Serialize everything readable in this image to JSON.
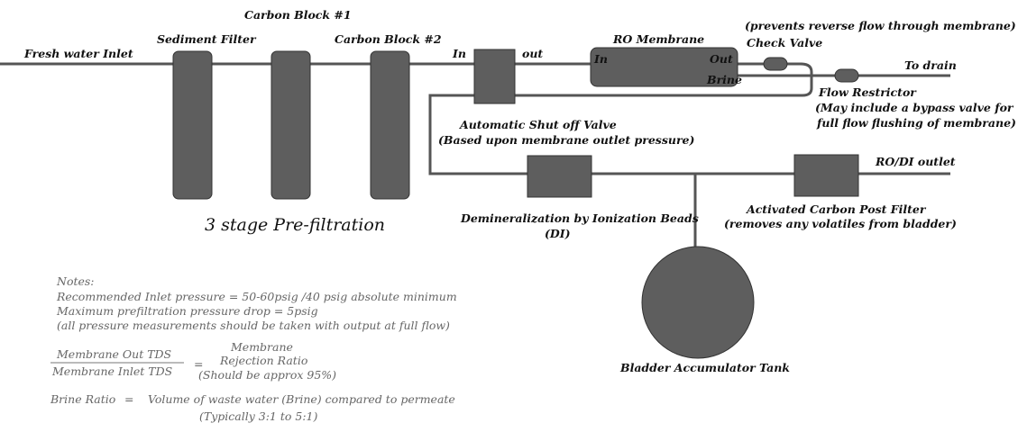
{
  "labels": {
    "fresh_water_inlet": "Fresh water Inlet",
    "sediment_filter": "Sediment Filter",
    "carbon_block_1": "Carbon Block #1",
    "carbon_block_2": "Carbon Block #2",
    "prefiltration": "3 stage Pre-filtration",
    "valve_in": "In",
    "valve_out": "out",
    "shutoff_title": "Automatic Shut off Valve",
    "shutoff_sub": "(Based upon membrane outlet pressure)",
    "ro_membrane": "RO Membrane",
    "membrane_in": "In",
    "membrane_out": "Out",
    "membrane_brine": "Brine",
    "check_valve_note": "(prevents reverse flow through membrane)",
    "check_valve": "Check Valve",
    "to_drain": "To drain",
    "flow_restrictor": "Flow Restrictor",
    "flow_restrictor_note_1": "(May include a bypass valve for",
    "flow_restrictor_note_2": "full flow flushing of membrane)",
    "ro_di_outlet": "RO/DI  outlet",
    "post_filter_title": "Activated Carbon Post Filter",
    "post_filter_sub": "(removes any volatiles from bladder)",
    "di_title": "Demineralization by Ionization Beads",
    "di_sub": "(DI)",
    "bladder_tank": "Bladder  Accumulator Tank"
  },
  "notes": {
    "heading": "Notes:",
    "line1": "Recommended Inlet pressure = 50-60psig /40 psig absolute minimum",
    "line2": "Maximum prefiltration pressure drop = 5psig",
    "line3": "(all pressure measurements should be taken with output at full flow)",
    "fraction_numerator": "Membrane Out TDS",
    "fraction_denominator": "Membrane Inlet TDS",
    "equals": "=",
    "rejection_1": "Membrane",
    "rejection_2": "Rejection Ratio",
    "rejection_3": "(Should be approx 95%)",
    "brine_ratio_label": "Brine Ratio",
    "brine_equals": "=",
    "brine_ratio_text": "Volume of waste water (Brine) compared to permeate",
    "brine_ratio_typical": "(Typically 3:1 to 5:1)"
  }
}
